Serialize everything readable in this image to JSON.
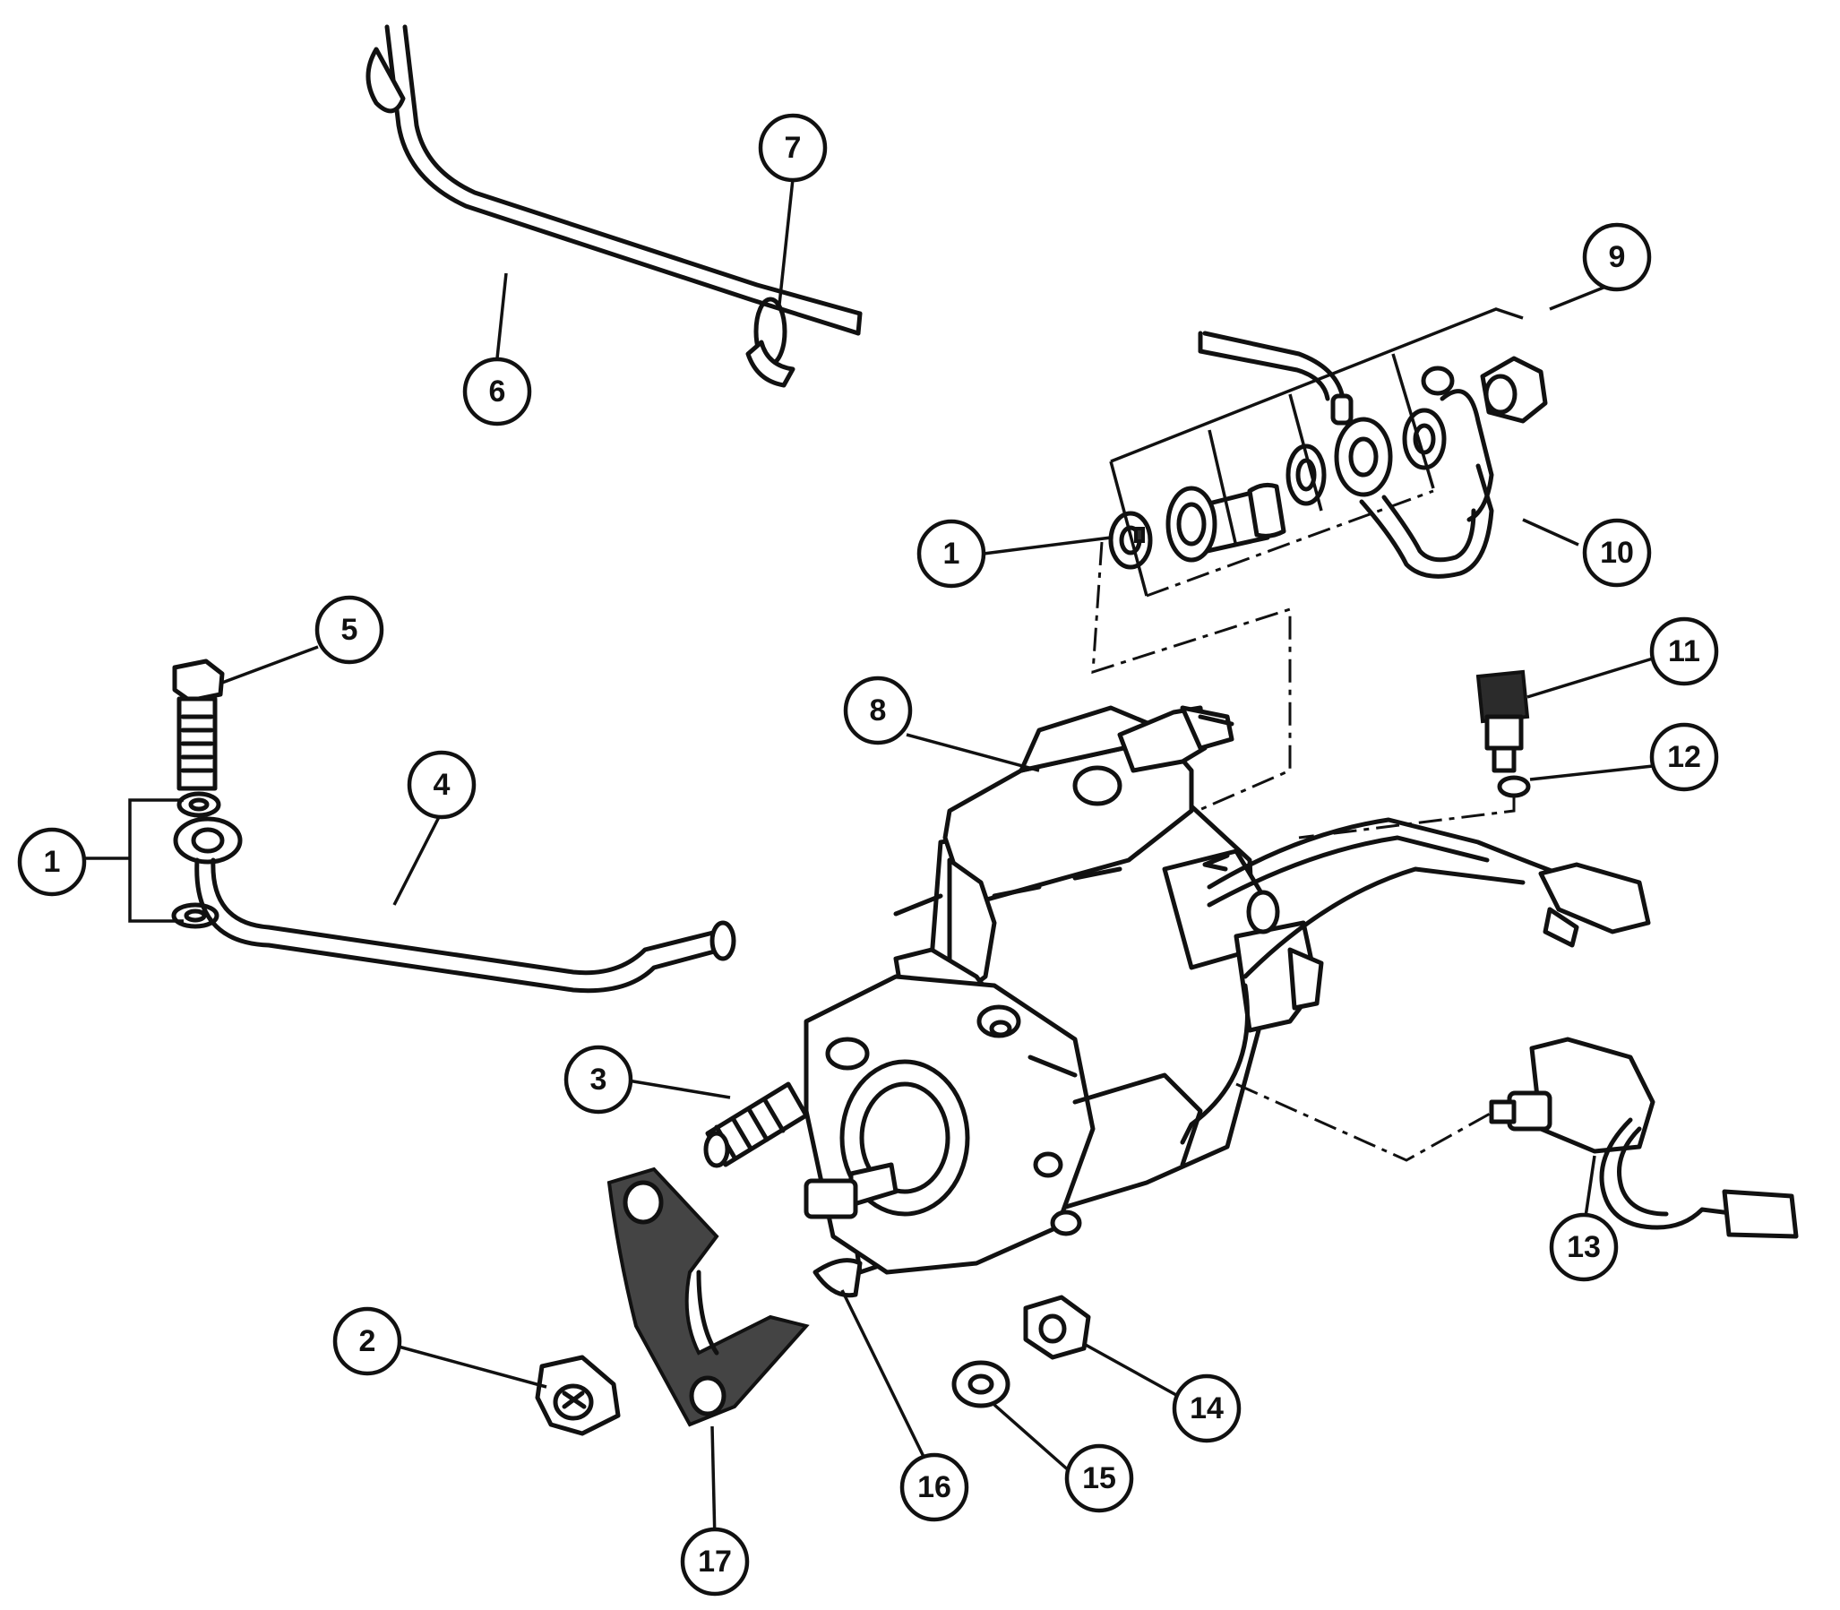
{
  "callouts": [
    {
      "id": "c7",
      "label": "7"
    },
    {
      "id": "c6",
      "label": "6"
    },
    {
      "id": "c9",
      "label": "9"
    },
    {
      "id": "c1-top",
      "label": "1"
    },
    {
      "id": "c10",
      "label": "10"
    },
    {
      "id": "c5",
      "label": "5"
    },
    {
      "id": "c4",
      "label": "4"
    },
    {
      "id": "c1-left",
      "label": "1"
    },
    {
      "id": "c8",
      "label": "8"
    },
    {
      "id": "c11",
      "label": "11"
    },
    {
      "id": "c12",
      "label": "12"
    },
    {
      "id": "c3",
      "label": "3"
    },
    {
      "id": "c13",
      "label": "13"
    },
    {
      "id": "c2",
      "label": "2"
    },
    {
      "id": "c14",
      "label": "14"
    },
    {
      "id": "c15",
      "label": "15"
    },
    {
      "id": "c16",
      "label": "16"
    },
    {
      "id": "c17",
      "label": "17"
    }
  ]
}
